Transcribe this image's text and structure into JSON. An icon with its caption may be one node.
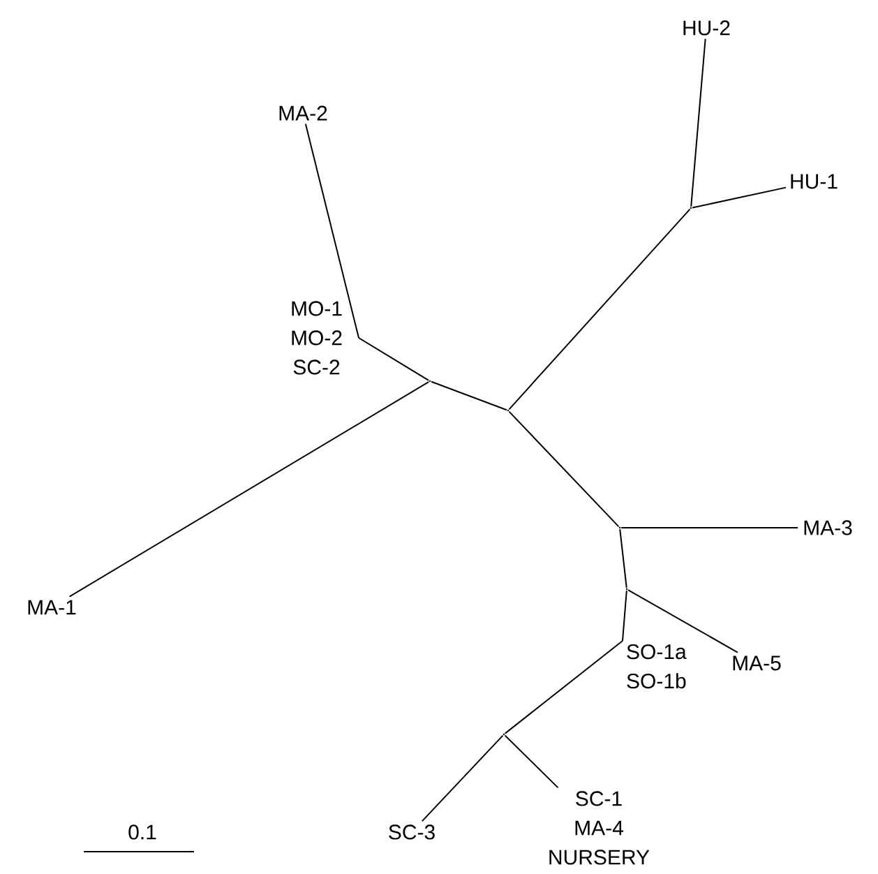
{
  "diagram": {
    "nodes": [
      {
        "text": [
          "HU-2"
        ]
      },
      {
        "text": [
          "MA-2"
        ]
      },
      {
        "text": [
          "HU-1"
        ]
      },
      {
        "text": [
          "MO-1",
          "MO-2",
          "SC-2"
        ]
      },
      {
        "text": [
          "MA-3"
        ]
      },
      {
        "text": [
          "MA-1"
        ]
      },
      {
        "text": [
          "SO-1a",
          "SO-1b"
        ]
      },
      {
        "text": [
          "MA-5"
        ]
      },
      {
        "text": [
          "SC-3"
        ]
      },
      {
        "text": [
          "SC-1",
          "MA-4",
          "NURSERY"
        ]
      },
      {
        "text": [],
        "shape": "point"
      },
      {
        "text": [],
        "shape": "point"
      },
      {
        "text": [],
        "shape": "point"
      },
      {
        "text": [],
        "shape": "point"
      },
      {
        "text": [],
        "shape": "point"
      },
      {
        "text": [],
        "shape": "point"
      }
    ],
    "edges": [
      {
        "from": 10,
        "to": 0,
        "arrow": "none"
      },
      {
        "from": 10,
        "to": 2,
        "arrow": "none"
      },
      {
        "from": 12,
        "to": 10,
        "arrow": "none"
      },
      {
        "from": 3,
        "to": 1,
        "arrow": "none"
      },
      {
        "from": 11,
        "to": 3,
        "arrow": "none"
      },
      {
        "from": 11,
        "to": 5,
        "arrow": "none"
      },
      {
        "from": 12,
        "to": 11,
        "arrow": "none"
      },
      {
        "from": 12,
        "to": 13,
        "arrow": "none"
      },
      {
        "from": 13,
        "to": 4,
        "arrow": "none"
      },
      {
        "from": 13,
        "to": 14,
        "arrow": "none"
      },
      {
        "from": 14,
        "to": 7,
        "arrow": "none"
      },
      {
        "from": 14,
        "to": 6,
        "arrow": "none"
      },
      {
        "from": 6,
        "to": 15,
        "arrow": "none"
      },
      {
        "from": 15,
        "to": 8,
        "arrow": "none"
      },
      {
        "from": 15,
        "to": 9,
        "arrow": "none"
      }
    ],
    "labels": [
      "0.1"
    ]
  }
}
